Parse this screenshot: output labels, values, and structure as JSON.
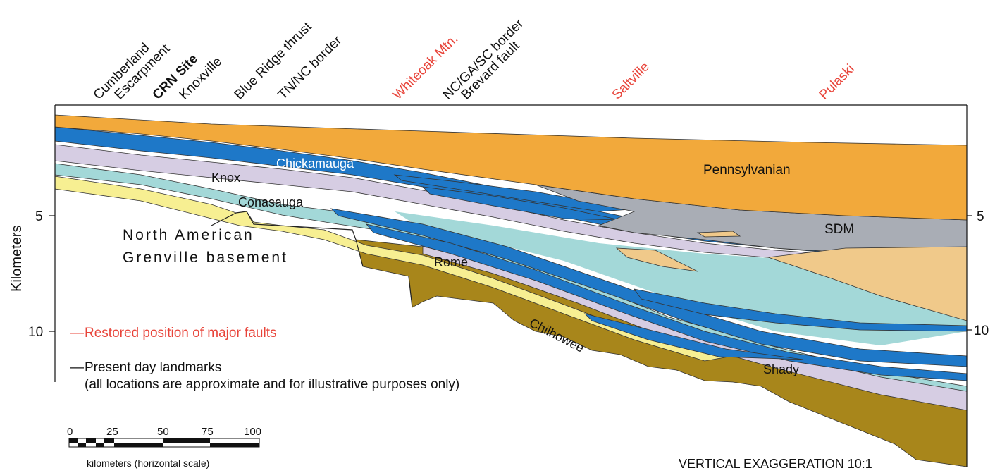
{
  "landmarks": {
    "cumberland": "Cumberland",
    "escarpment": "Escarpment",
    "crn_site": "CRN Site",
    "knoxville": "Knoxville",
    "blue_ridge_thrust": "Blue Ridge thrust",
    "tn_nc_border": "TN/NC border",
    "whiteoak_mtn": "Whiteoak Mtn.",
    "nc_ga_sc_border": "NC/GA/SC border",
    "brevard_fault": "Brevard fault",
    "saltville": "Saltville",
    "pulaski": "Pulaski"
  },
  "units": {
    "pennsylvanian": "Pennsylvanian",
    "sdm": "SDM",
    "chickamauga": "Chickamauga",
    "knox": "Knox",
    "conasauga": "Conasauga",
    "rome": "Rome",
    "chilhowee": "Chilhowee",
    "shady": "Shady",
    "basement_line1": "North American",
    "basement_line2": "Grenville basement"
  },
  "axis": {
    "label": "Kilometers",
    "tick_5_left": "5",
    "tick_10_left": "10",
    "tick_5_right": "5",
    "tick_10_right": "10"
  },
  "legend": {
    "faults_dash": "—",
    "faults": "Restored position of major faults",
    "landmarks_dash": "—",
    "landmarks": "Present day landmarks",
    "note": "(all locations are approximate and for illustrative purposes only)"
  },
  "scale_bar": {
    "ticks": [
      "0",
      "25",
      "50",
      "75",
      "100"
    ],
    "caption": "kilometers (horizontal scale)"
  },
  "vertical_exaggeration": "VERTICAL EXAGGERATION 10:1",
  "colors": {
    "pennsylvanian": "#f2a93b",
    "sdm": "#a9adb5",
    "sdm_tan": "#f0c98a",
    "chickamauga": "#1e78c8",
    "knox": "#d6cde3",
    "conasauga": "#a3d8d8",
    "rome": "#f7ef92",
    "chilhowee": "#a8861b",
    "fault_red": "#e8443a"
  }
}
